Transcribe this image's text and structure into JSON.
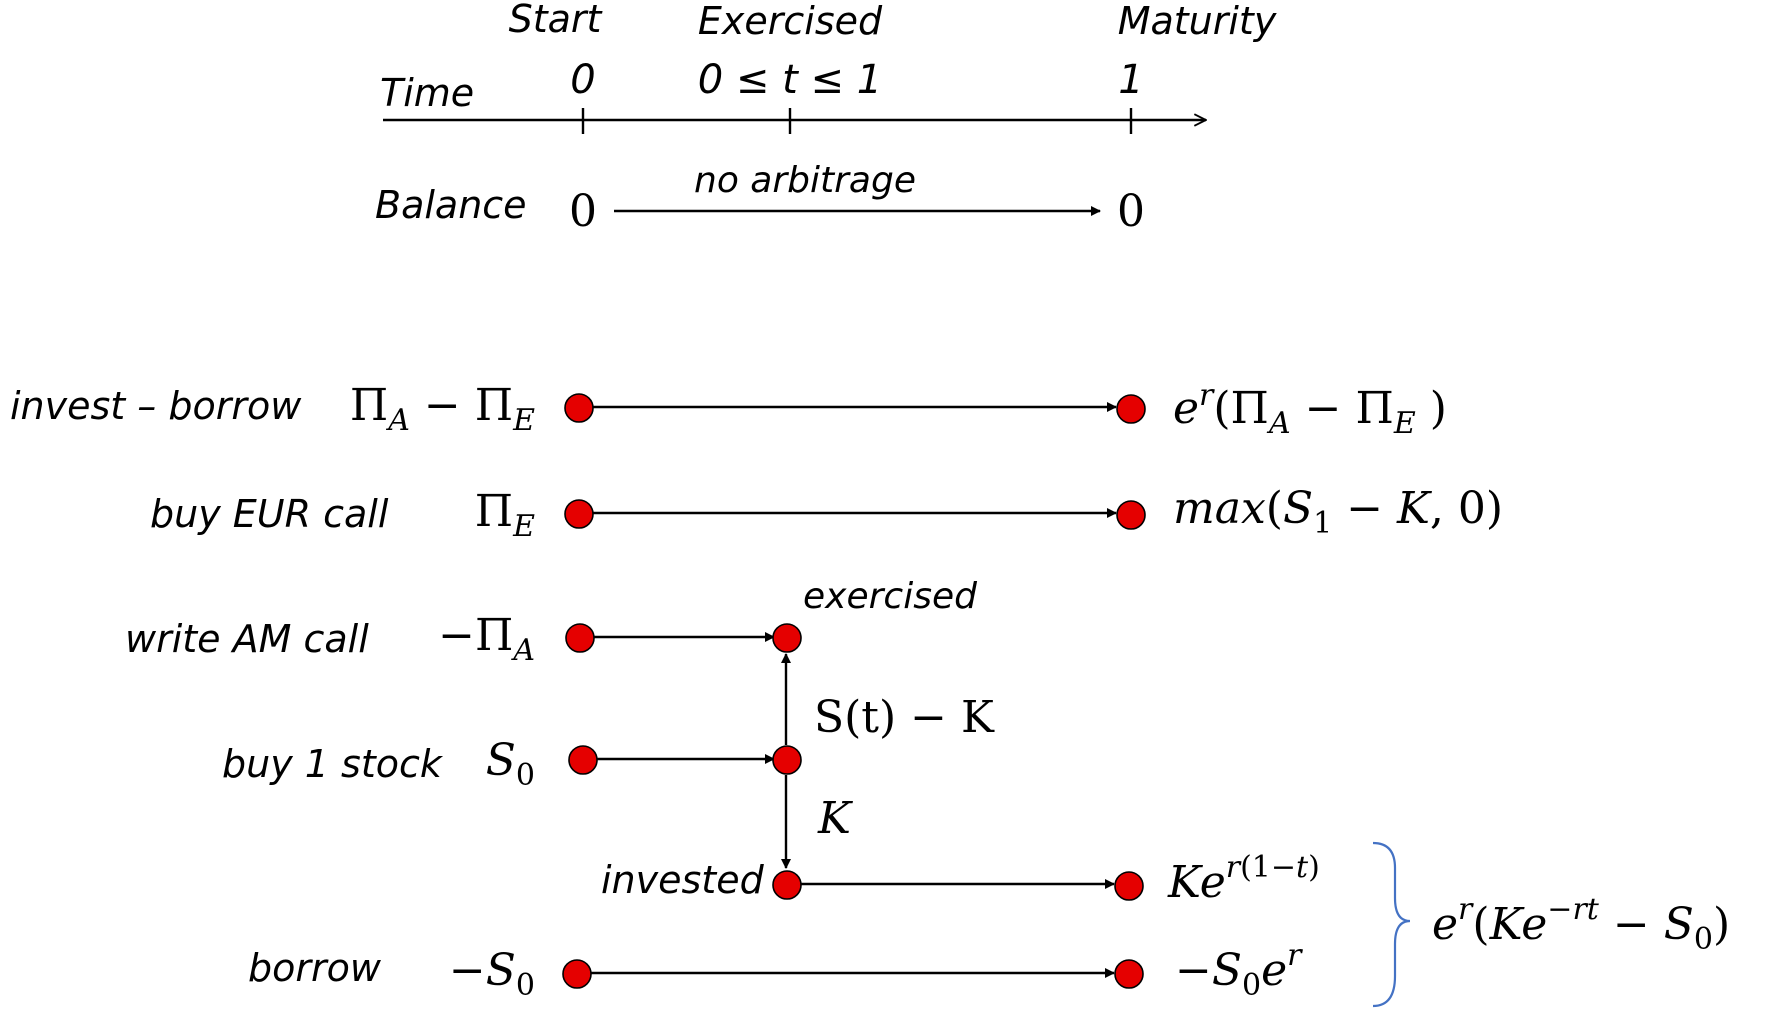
{
  "timeline": {
    "headers": {
      "start": "Start",
      "exercised": "Exercised",
      "maturity": "Maturity"
    },
    "time_label": "Time",
    "times": {
      "start": "0",
      "exercised": "0 ≤ t ≤ 1",
      "maturity": "1"
    },
    "balance_label": "Balance",
    "balance_start": "0",
    "balance_end": "0",
    "balance_note": "no arbitrage"
  },
  "rows": {
    "invest_borrow": {
      "label": "invest – borrow"
    },
    "buy_eur_call": {
      "label": "buy EUR call"
    },
    "write_am_call": {
      "label": "write AM call",
      "node_label": "exercised"
    },
    "buy_stock": {
      "label": "buy 1 stock"
    },
    "invested": {
      "label": "invested"
    },
    "borrow": {
      "label": "borrow"
    }
  },
  "transfers": {
    "stock_to_call": "S(t) − K",
    "stock_to_invest": "K"
  },
  "colors": {
    "node": "#e50000",
    "brace": "#4472c4",
    "line": "#000000"
  }
}
